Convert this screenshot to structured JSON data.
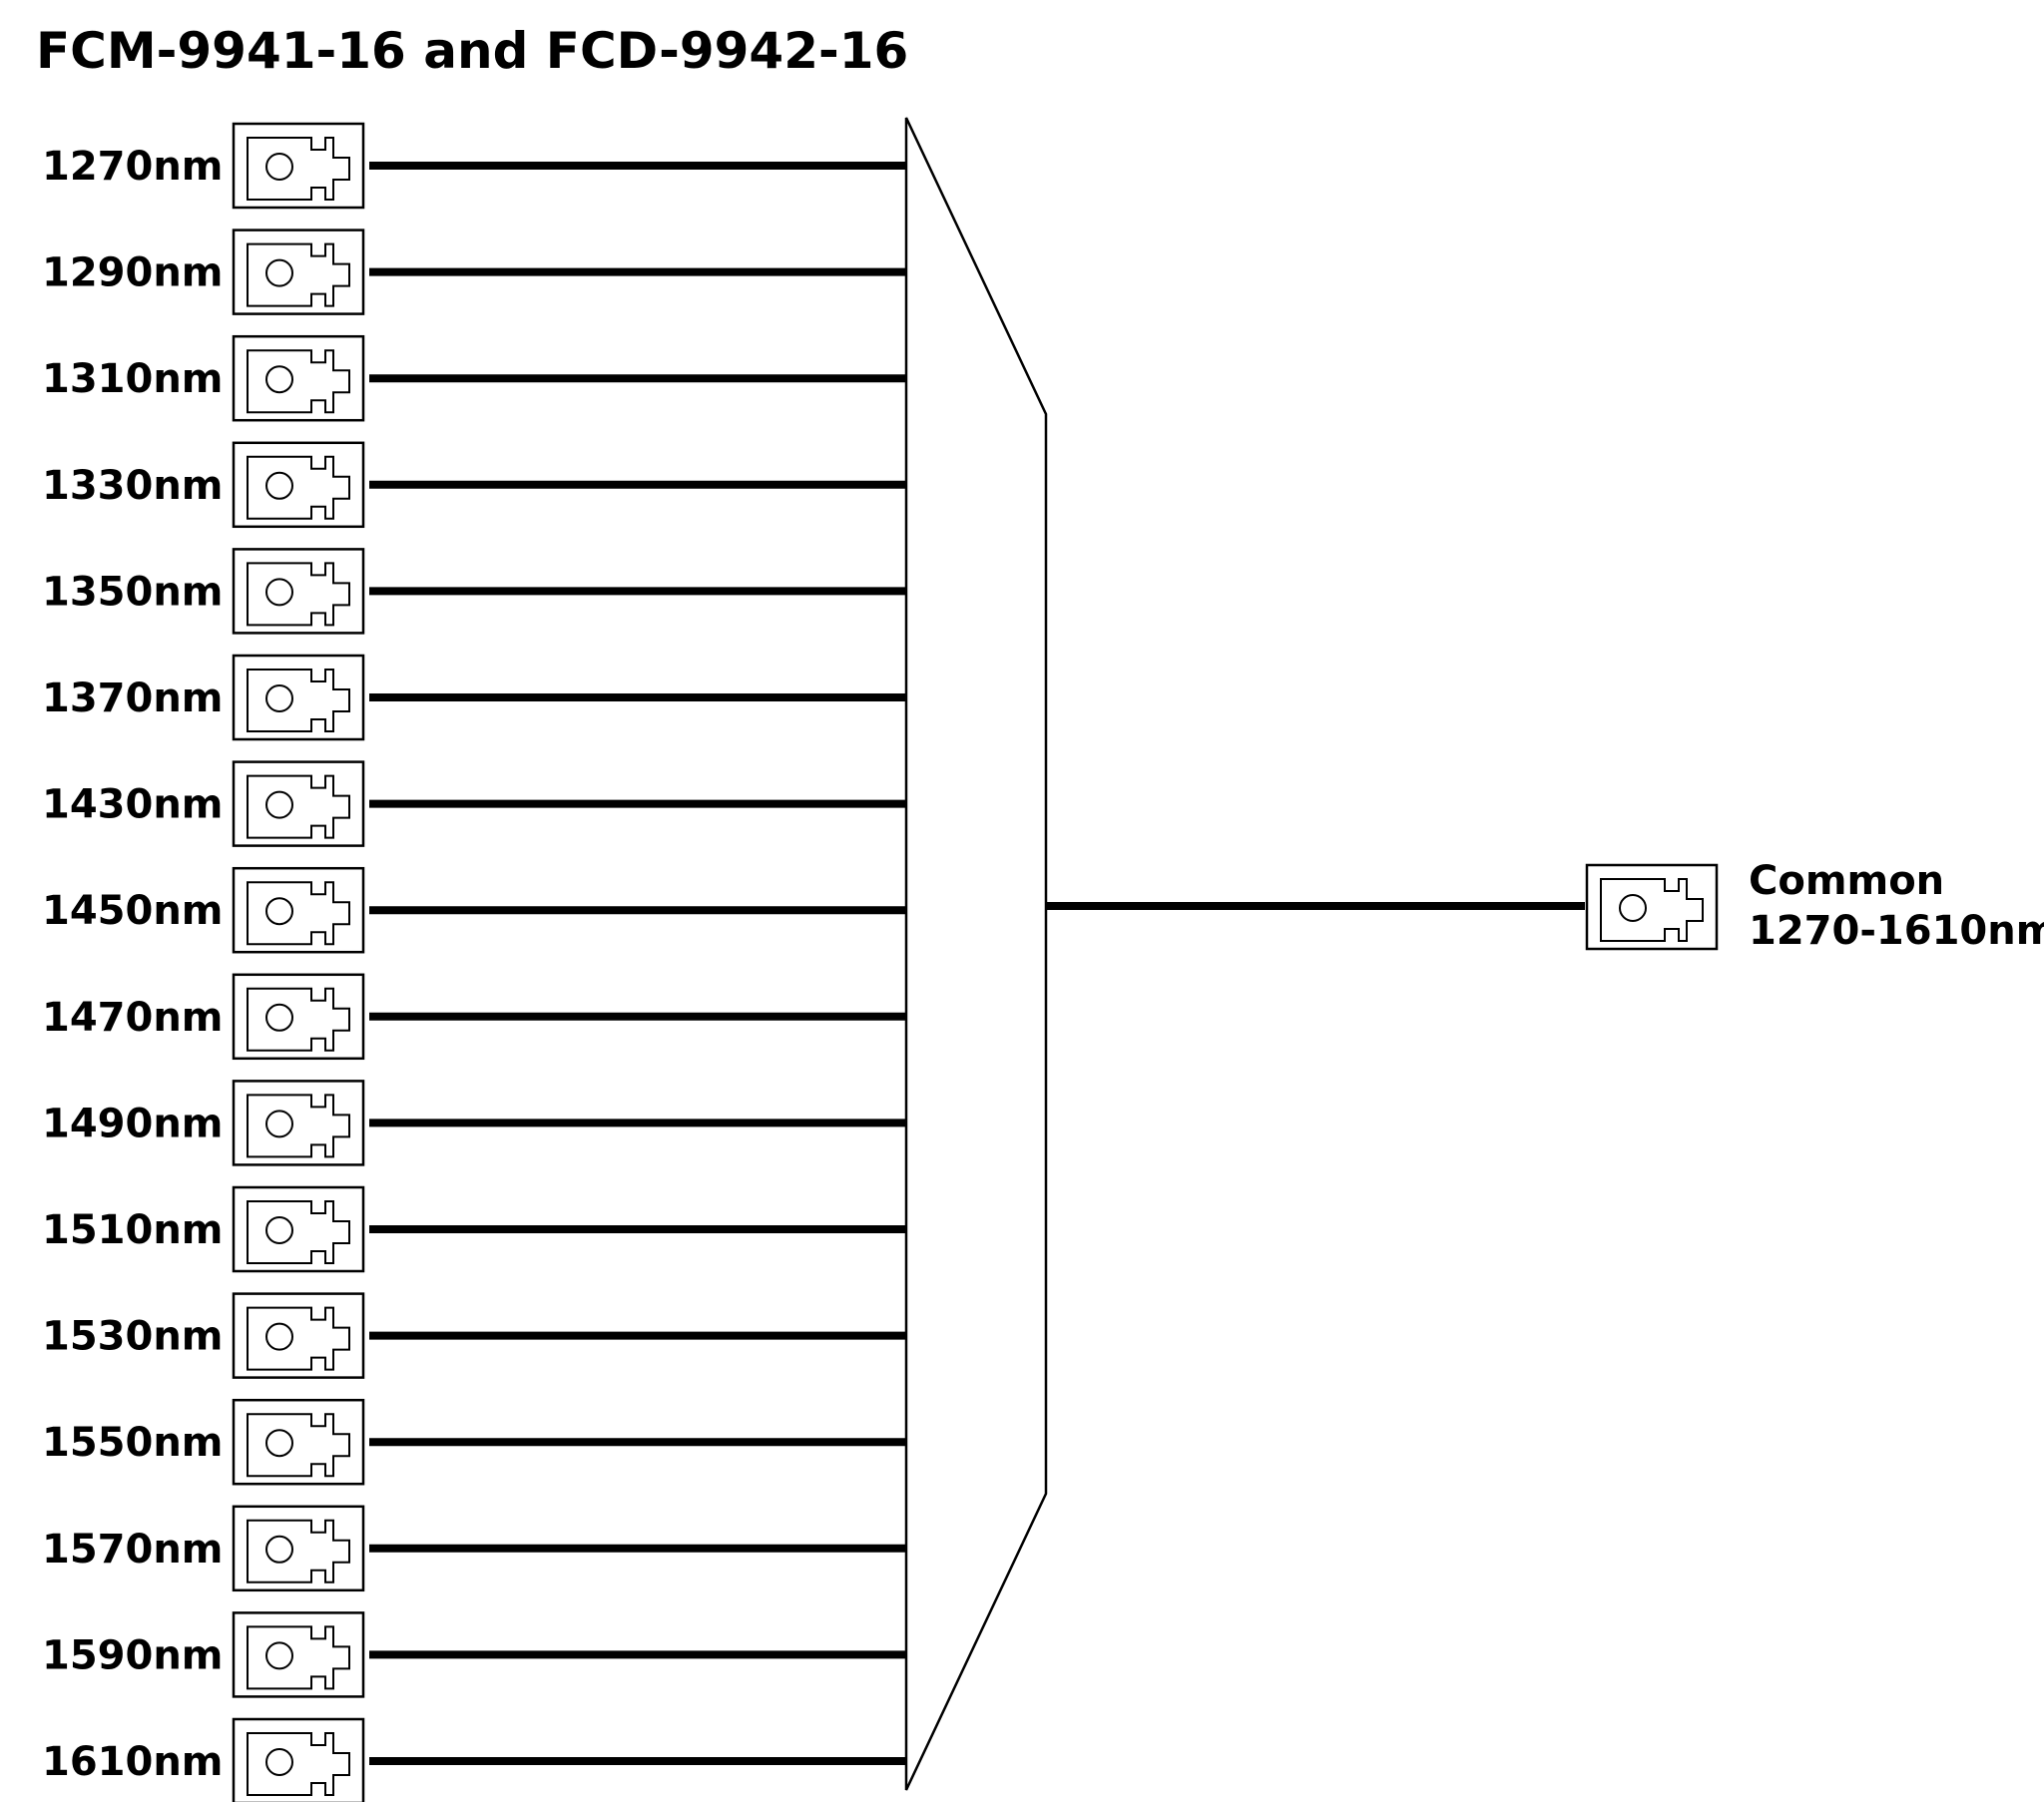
{
  "title": "FCM-9941-16 and FCD-9942-16",
  "channels": [
    "1270nm",
    "1290nm",
    "1310nm",
    "1330nm",
    "1350nm",
    "1370nm",
    "1430nm",
    "1450nm",
    "1470nm",
    "1490nm",
    "1510nm",
    "1530nm",
    "1550nm",
    "1570nm",
    "1590nm",
    "1610nm"
  ],
  "common": {
    "line1": "Common",
    "line2": "1270-1610nm"
  },
  "icons": {
    "port": "fiber-connector-icon",
    "mux": "mux-demux-trapezoid"
  },
  "colors": {
    "line": "#000000",
    "background": "#ffffff"
  }
}
